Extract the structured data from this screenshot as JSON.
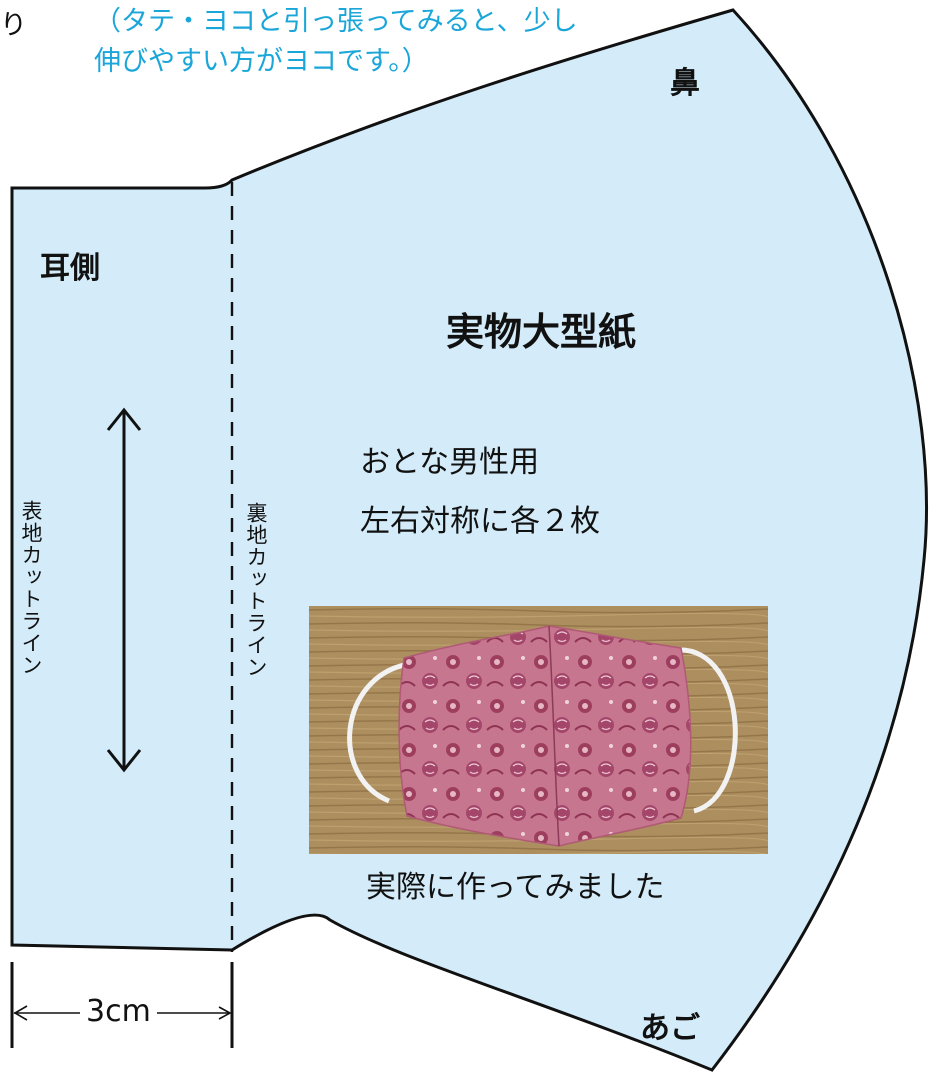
{
  "top_note": {
    "line1": "（タテ・ヨコと引っ張ってみると、少し",
    "line2": "伸びやすい方がヨコです。）",
    "edge_mark": "り"
  },
  "labels": {
    "nose": "鼻",
    "ear_side": "耳側",
    "chin": "あご",
    "outer_cut_line": "表地カットライン",
    "lining_cut_line": "裏地カットライン"
  },
  "title": "実物大型紙",
  "description": {
    "line1": "おとな男性用",
    "line2": "左右対称に各２枚"
  },
  "photo": {
    "caption": "実際に作ってみました",
    "icon": "mask-photo"
  },
  "dimension": {
    "value": "3cm"
  },
  "colors": {
    "pattern_fill": "#d4ecf9",
    "outline": "#111111",
    "note_text": "#1aa6d9",
    "mask_fabric": "#c26a86",
    "wood": "#a98a5b"
  }
}
